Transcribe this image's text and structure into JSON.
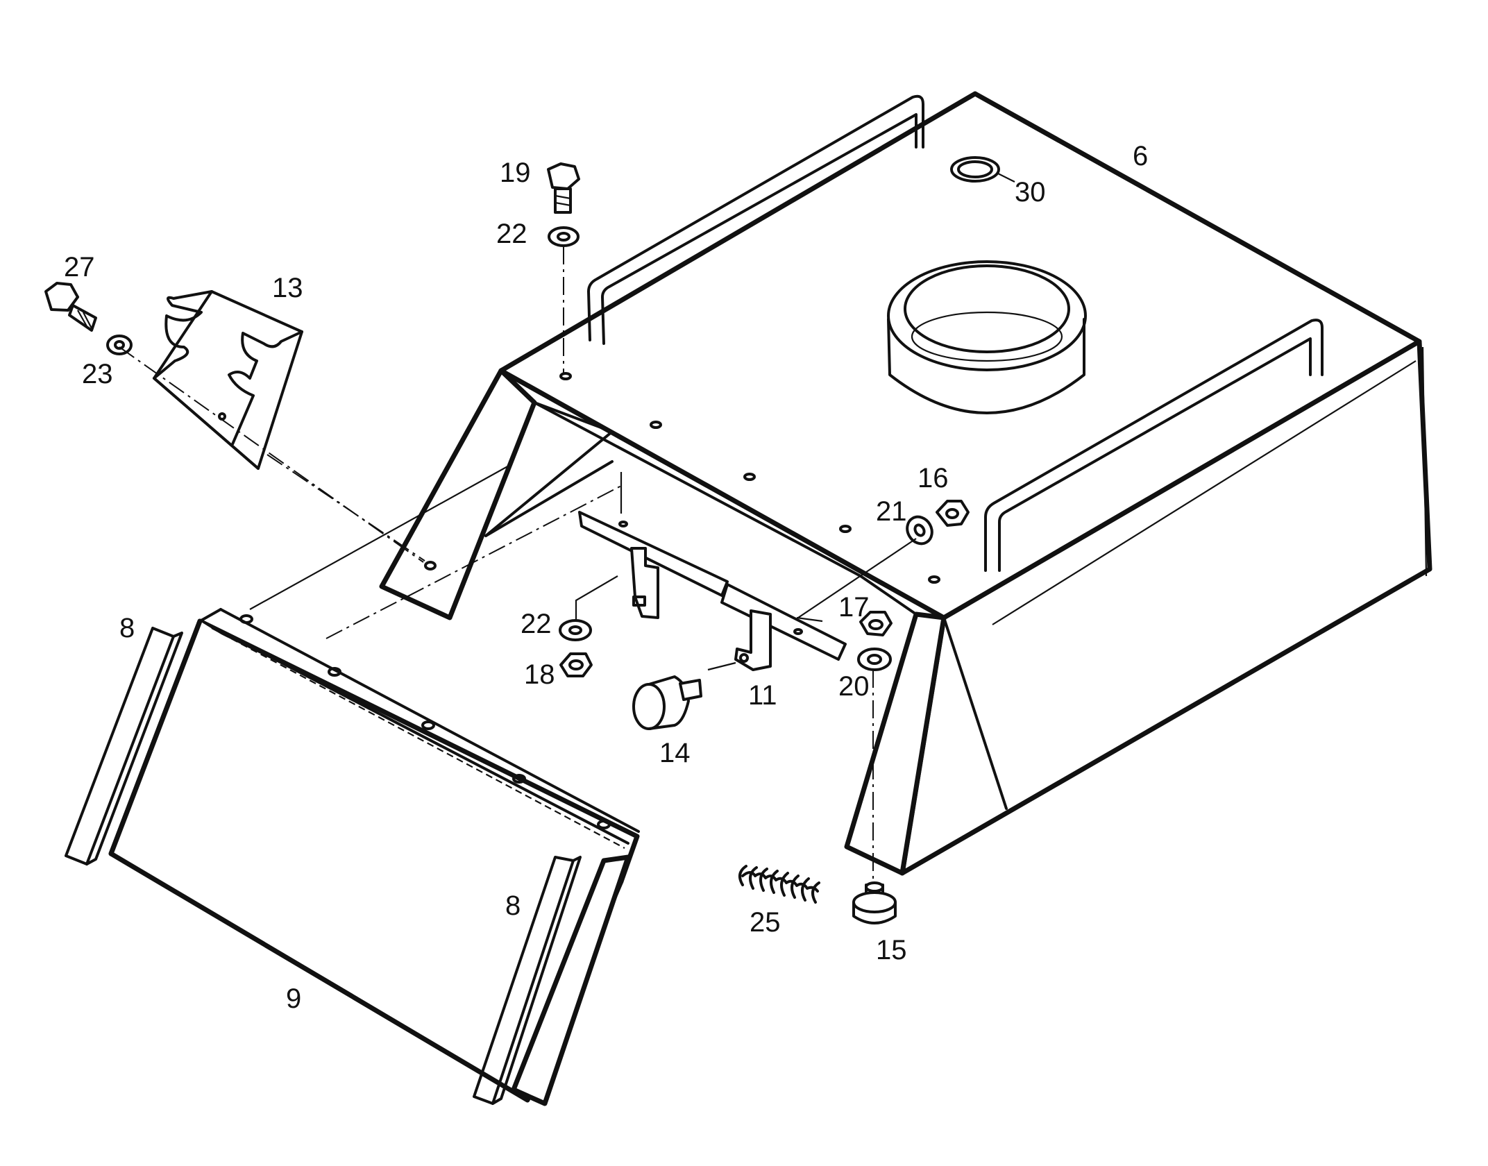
{
  "diagram": {
    "callouts": [
      {
        "id": "6",
        "text": "6"
      },
      {
        "id": "30",
        "text": "30"
      },
      {
        "id": "19",
        "text": "19"
      },
      {
        "id": "22a",
        "text": "22"
      },
      {
        "id": "27",
        "text": "27"
      },
      {
        "id": "13",
        "text": "13"
      },
      {
        "id": "23",
        "text": "23"
      },
      {
        "id": "16",
        "text": "16"
      },
      {
        "id": "21",
        "text": "21"
      },
      {
        "id": "22b",
        "text": "22"
      },
      {
        "id": "17",
        "text": "17"
      },
      {
        "id": "18",
        "text": "18"
      },
      {
        "id": "20",
        "text": "20"
      },
      {
        "id": "11",
        "text": "11"
      },
      {
        "id": "14",
        "text": "14"
      },
      {
        "id": "8a",
        "text": "8"
      },
      {
        "id": "8b",
        "text": "8"
      },
      {
        "id": "25",
        "text": "25"
      },
      {
        "id": "15",
        "text": "15"
      },
      {
        "id": "9",
        "text": "9"
      }
    ]
  }
}
